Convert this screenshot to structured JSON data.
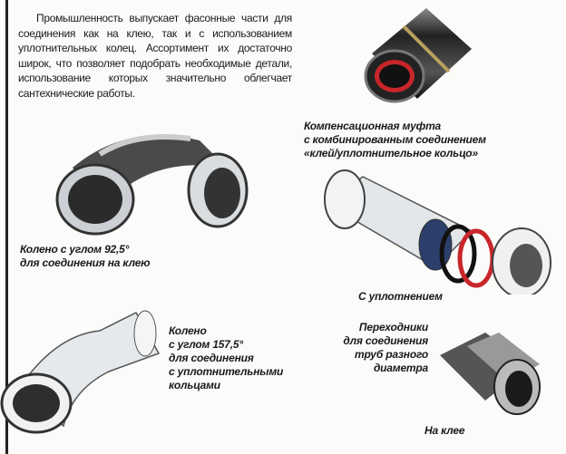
{
  "intro_text": "Промышленность выпускает фасонные части для соединения как на клею, так и с использованием уплотнительных колец. Ассортимент их достаточно широк, что позволяет подобрать необходимые детали, использование которых значительно облегчает сантехнические работы.",
  "captions": {
    "coupling": "Компенсационная муфта\nс комбинированным соединением\n«клей/уплотнительное кольцо»",
    "elbow_92": "Колено с углом 92,5°\nдля соединения на клею",
    "sealed": "С уплотнением",
    "elbow_157": "Колено\nс углом 157,5°\nдля соединения\nс уплотнительными\nкольцами",
    "adapters": "Переходники\nдля соединения\nтруб разного\nдиаметра",
    "glued": "На клее"
  },
  "colors": {
    "ring_red": "#c8262a",
    "pipe_dark": "#3a3a3a",
    "pipe_light": "#e4e7ea"
  }
}
